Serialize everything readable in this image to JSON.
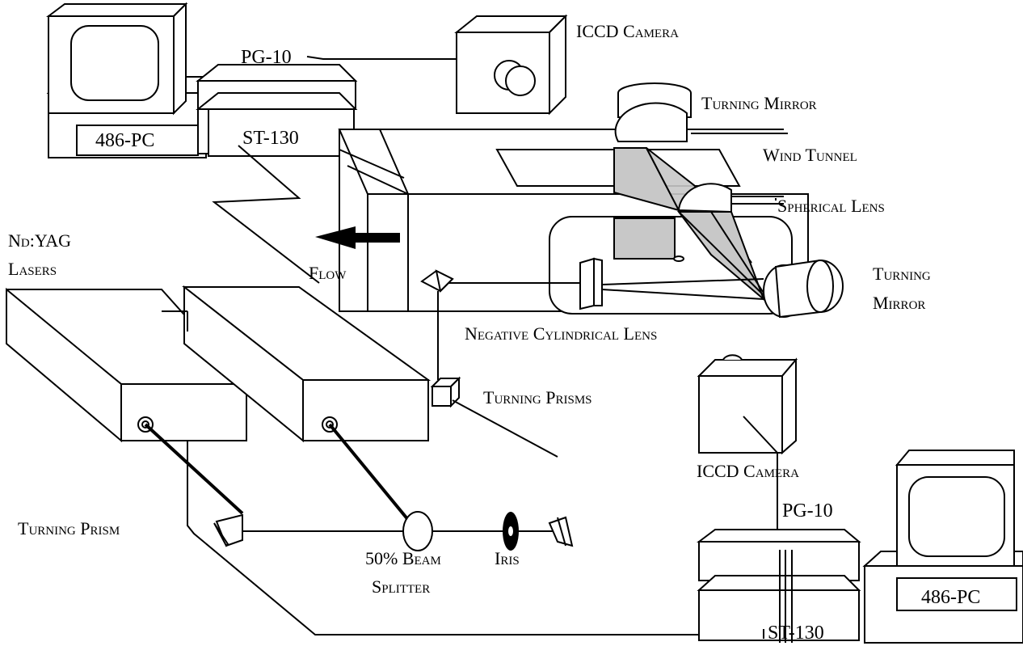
{
  "labels": {
    "pc_top": "486-PC",
    "pg10_top": "PG-10",
    "st130_top": "ST-130",
    "iccd_top": "ICCD Camera",
    "turning_mirror_top": "Turning Mirror",
    "wind_tunnel": "Wind Tunnel",
    "spherical_lens": "Spherical Lens",
    "flow": "Flow",
    "ndyag_line1": "Nd:YAG",
    "ndyag_line2": "Lasers",
    "turning_mirror_right_line1": "Turning",
    "turning_mirror_right_line2": "Mirror",
    "neg_cyl_lens": "Negative Cylindrical Lens",
    "turning_prisms": "Turning Prisms",
    "iccd_bottom": "ICCD Camera",
    "pg10_bottom": "PG-10",
    "pc_bottom": "486-PC",
    "st130_bottom": "ST-130",
    "turning_prism": "Turning Prism",
    "beam_splitter_line1": "50% Beam",
    "beam_splitter_line2": "Splitter",
    "iris": "Iris"
  }
}
